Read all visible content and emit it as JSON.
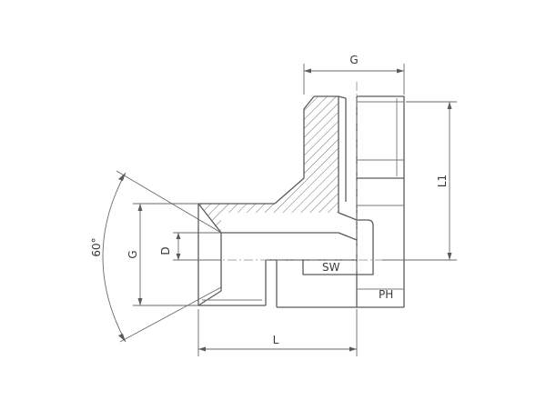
{
  "labels": {
    "g_top": "G",
    "l1": "L1",
    "angle": "60°",
    "g_left": "G",
    "d": "D",
    "sw": "SW",
    "ph": "PH",
    "l": "L"
  }
}
